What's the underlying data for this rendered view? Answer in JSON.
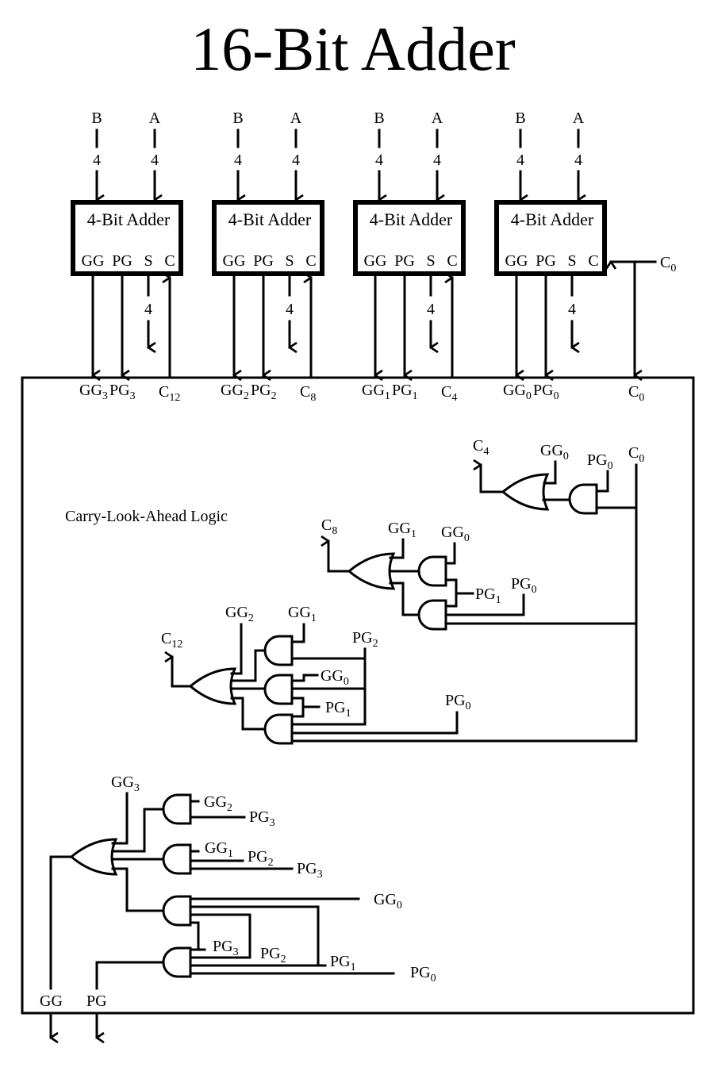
{
  "title": "16-Bit Adder",
  "adder_blocks": [
    {
      "index": 3,
      "title": "4-Bit Adder",
      "in_b": "B",
      "in_a": "A",
      "width_b": "4",
      "width_a": "4",
      "ports": [
        "GG",
        "PG",
        "S",
        "C"
      ],
      "sum_width": "4",
      "out_gg": {
        "base": "GG",
        "sub": "3"
      },
      "out_pg": {
        "base": "PG",
        "sub": "3"
      },
      "carry": {
        "base": "C",
        "sub": "12"
      }
    },
    {
      "index": 2,
      "title": "4-Bit Adder",
      "in_b": "B",
      "in_a": "A",
      "width_b": "4",
      "width_a": "4",
      "ports": [
        "GG",
        "PG",
        "S",
        "C"
      ],
      "sum_width": "4",
      "out_gg": {
        "base": "GG",
        "sub": "2"
      },
      "out_pg": {
        "base": "PG",
        "sub": "2"
      },
      "carry": {
        "base": "C",
        "sub": "8"
      }
    },
    {
      "index": 1,
      "title": "4-Bit Adder",
      "in_b": "B",
      "in_a": "A",
      "width_b": "4",
      "width_a": "4",
      "ports": [
        "GG",
        "PG",
        "S",
        "C"
      ],
      "sum_width": "4",
      "out_gg": {
        "base": "GG",
        "sub": "1"
      },
      "out_pg": {
        "base": "PG",
        "sub": "1"
      },
      "carry": {
        "base": "C",
        "sub": "4"
      }
    },
    {
      "index": 0,
      "title": "4-Bit Adder",
      "in_b": "B",
      "in_a": "A",
      "width_b": "4",
      "width_a": "4",
      "ports": [
        "GG",
        "PG",
        "S",
        "C"
      ],
      "sum_width": "4",
      "out_gg": {
        "base": "GG",
        "sub": "0"
      },
      "out_pg": {
        "base": "PG",
        "sub": "0"
      },
      "carry": {
        "base": "C",
        "sub": "0"
      }
    }
  ],
  "carry_in": {
    "base": "C",
    "sub": "0"
  },
  "cla": {
    "label": "Carry-Look-Ahead Logic",
    "c4": {
      "out": {
        "base": "C",
        "sub": "4"
      },
      "inputs": [
        {
          "base": "GG",
          "sub": "0"
        },
        {
          "base": "PG",
          "sub": "0"
        },
        {
          "base": "C",
          "sub": "0"
        }
      ]
    },
    "c8": {
      "out": {
        "base": "C",
        "sub": "8"
      },
      "inputs": [
        {
          "base": "GG",
          "sub": "1"
        },
        {
          "base": "GG",
          "sub": "0"
        },
        {
          "base": "PG",
          "sub": "1"
        },
        {
          "base": "PG",
          "sub": "0"
        }
      ]
    },
    "c12": {
      "out": {
        "base": "C",
        "sub": "12"
      },
      "inputs": [
        {
          "base": "GG",
          "sub": "2"
        },
        {
          "base": "GG",
          "sub": "1"
        },
        {
          "base": "PG",
          "sub": "2"
        },
        {
          "base": "GG",
          "sub": "0"
        },
        {
          "base": "PG",
          "sub": "1"
        },
        {
          "base": "PG",
          "sub": "0"
        }
      ]
    },
    "gg": {
      "inputs": [
        {
          "base": "GG",
          "sub": "3"
        },
        {
          "base": "GG",
          "sub": "2"
        },
        {
          "base": "PG",
          "sub": "3"
        },
        {
          "base": "GG",
          "sub": "1"
        },
        {
          "base": "PG",
          "sub": "2"
        },
        {
          "base": "PG",
          "sub": "3"
        },
        {
          "base": "GG",
          "sub": "0"
        }
      ]
    },
    "pg": {
      "inputs": [
        {
          "base": "PG",
          "sub": "3"
        },
        {
          "base": "PG",
          "sub": "2"
        },
        {
          "base": "PG",
          "sub": "1"
        },
        {
          "base": "PG",
          "sub": "0"
        }
      ]
    },
    "outputs": {
      "gg": "GG",
      "pg": "PG"
    }
  }
}
